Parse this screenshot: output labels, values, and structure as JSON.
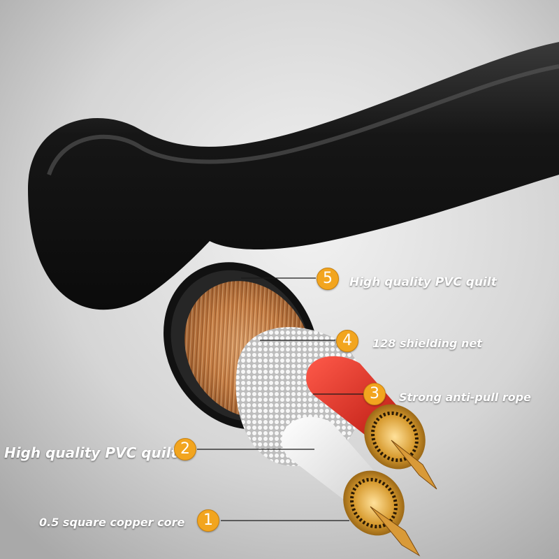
{
  "callouts": [
    {
      "number": "5",
      "label": "High quality PVC quilt"
    },
    {
      "number": "4",
      "label": "128 shielding net"
    },
    {
      "number": "3",
      "label": "Strong anti-pull rope"
    },
    {
      "number": "2",
      "label": "High quality PVC quilt"
    },
    {
      "number": "1",
      "label": "0.5 square copper core"
    }
  ],
  "colors": {
    "accent": "#f2a51f",
    "jacket": "#1c1c1c",
    "copper": "#c8844a",
    "red_insulation": "#d8261c",
    "white_insulation": "#f4f4f4",
    "label_text": "#ffffff"
  }
}
